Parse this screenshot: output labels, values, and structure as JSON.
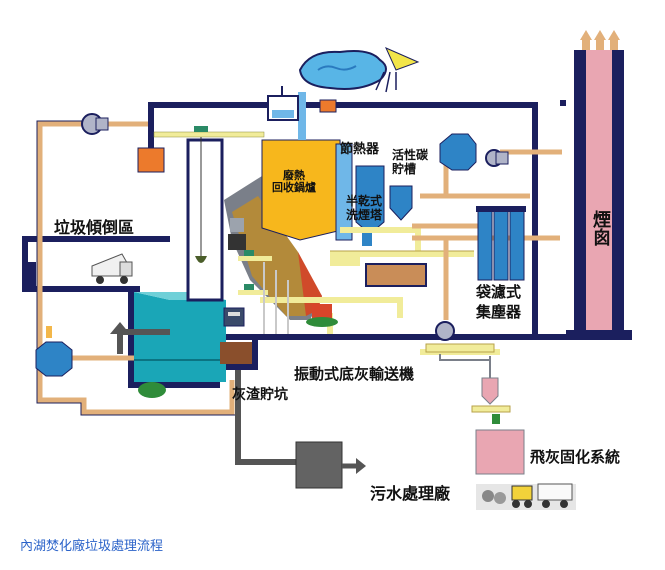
{
  "labels": {
    "dumping_area": "垃圾傾倒區",
    "waste_heat_boiler": "廢熱\n回收鍋爐",
    "economizer": "節熱器",
    "activated_carbon_tank": "活性碳\n貯槽",
    "semi_dry_scrubber": "半乾式\n洗煙塔",
    "chimney": "煙囪",
    "bag_filter": "袋濾式\n集塵器",
    "vibrating_ash_conveyor": "振動式底灰輸送機",
    "ash_pit": "灰渣貯坑",
    "fly_ash_system": "飛灰固化系統",
    "wastewater_plant": "污水處理廠"
  },
  "caption": "內湖焚化廠垃圾處理流程",
  "colors": {
    "wall": "#1b1f5e",
    "pipe_tan": "#e2b07a",
    "pipe_yellow": "#f1ec9a",
    "boiler": "#f7b71c",
    "chimney": "#e9a6b2",
    "teal": "#1aa6b7",
    "caption": "#2b63c9"
  }
}
